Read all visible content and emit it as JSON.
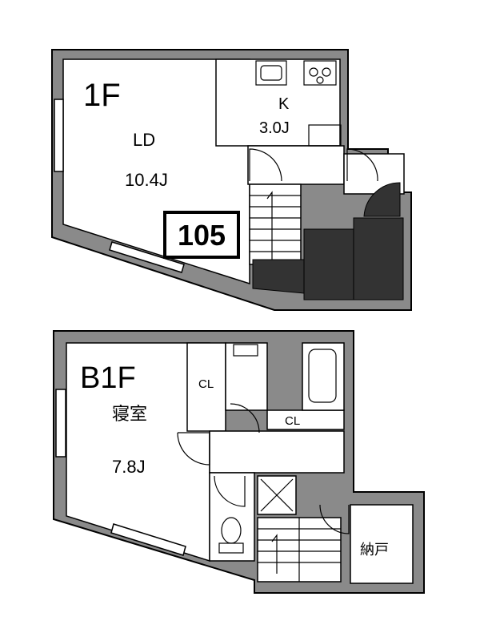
{
  "floor_1": {
    "floor_label": "1F",
    "living_dining": {
      "name": "LD",
      "size": "10.4J"
    },
    "kitchen": {
      "name": "K",
      "size": "3.0J"
    },
    "unit_number": "105"
  },
  "floor_b1": {
    "floor_label": "B1F",
    "bedroom": {
      "name": "寝室",
      "size": "7.8J"
    },
    "closet_1": "CL",
    "closet_2": "CL",
    "storage": "納戸"
  }
}
